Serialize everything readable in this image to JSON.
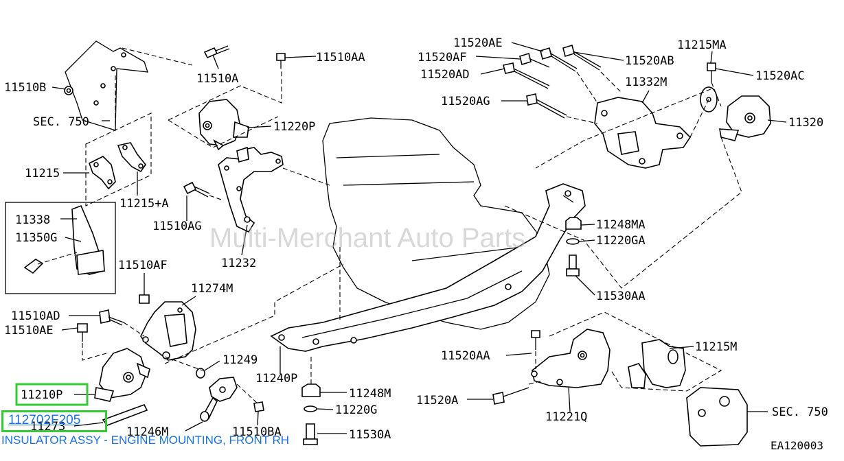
{
  "watermark": "Multi-Merchant Auto Parts",
  "diagram_code": "EA120003",
  "highlight": {
    "label": "11210P",
    "part_number": "112702F205",
    "description": "INSULATOR ASSY - ENGINE MOUNTING, FRONT RH"
  },
  "labels": {
    "l_11510B": "11510B",
    "l_sec750a": "SEC. 750",
    "l_11215": "11215",
    "l_11215p": "11215+A",
    "l_11338": "11338",
    "l_11350G": "11350G",
    "l_11510AF": "11510AF",
    "l_11510AD": "11510AD",
    "l_11510AE": "11510AE",
    "l_11273": "11273",
    "l_11246M": "11246M",
    "l_11510BA": "11510BA",
    "l_11249": "11249",
    "l_11274M": "11274M",
    "l_11510A": "11510A",
    "l_11510AA": "11510AA",
    "l_11220P": "11220P",
    "l_11510AG": "11510AG",
    "l_11232": "11232",
    "l_11240P": "11240P",
    "l_11248M": "11248M",
    "l_11220G": "11220G",
    "l_11530A": "11530A",
    "l_11520AE": "11520AE",
    "l_11520AF": "11520AF",
    "l_11520AD": "11520AD",
    "l_11520AG": "11520AG",
    "l_11520AB": "11520AB",
    "l_11215MA": "11215MA",
    "l_11520AC": "11520AC",
    "l_11332M": "11332M",
    "l_11320": "11320",
    "l_11248MA": "11248MA",
    "l_11220GA": "11220GA",
    "l_11530AA": "11530AA",
    "l_11520AA": "11520AA",
    "l_11215M": "11215M",
    "l_11520A": "11520A",
    "l_11221Q": "11221Q",
    "l_sec750b": "SEC. 750"
  }
}
